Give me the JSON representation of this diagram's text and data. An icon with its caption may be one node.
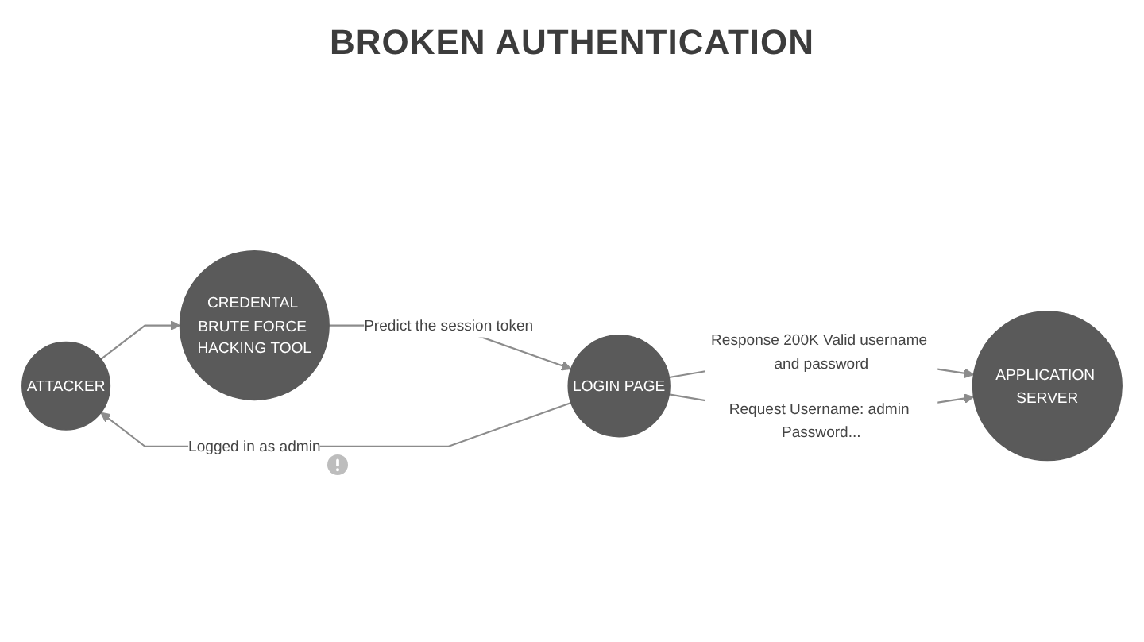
{
  "diagram": {
    "title": "BROKEN AUTHENTICATION",
    "nodes": [
      {
        "text": [
          "ATTACKER"
        ]
      },
      {
        "text": [
          "CREDENTAL BRUTE FORCE HACKING TOOL"
        ]
      },
      {
        "text": [
          "APPLICATION SERVER"
        ]
      },
      {
        "text": [
          "LOGIN PAGE"
        ]
      }
    ],
    "edges": [
      {
        "from": 0,
        "to": 1,
        "arrow": "to"
      },
      {
        "from": 1,
        "to": 3,
        "arrow": "to",
        "label": "Predict the session token"
      },
      {
        "from": 3,
        "to": 2,
        "arrow": "to",
        "label": "Response 200K Valid username and password"
      },
      {
        "from": 3,
        "to": 2,
        "arrow": "to",
        "label": "Request Username: admin Password..."
      },
      {
        "from": 3,
        "to": 0,
        "arrow": "to",
        "label": "Logged in as admin"
      }
    ]
  }
}
